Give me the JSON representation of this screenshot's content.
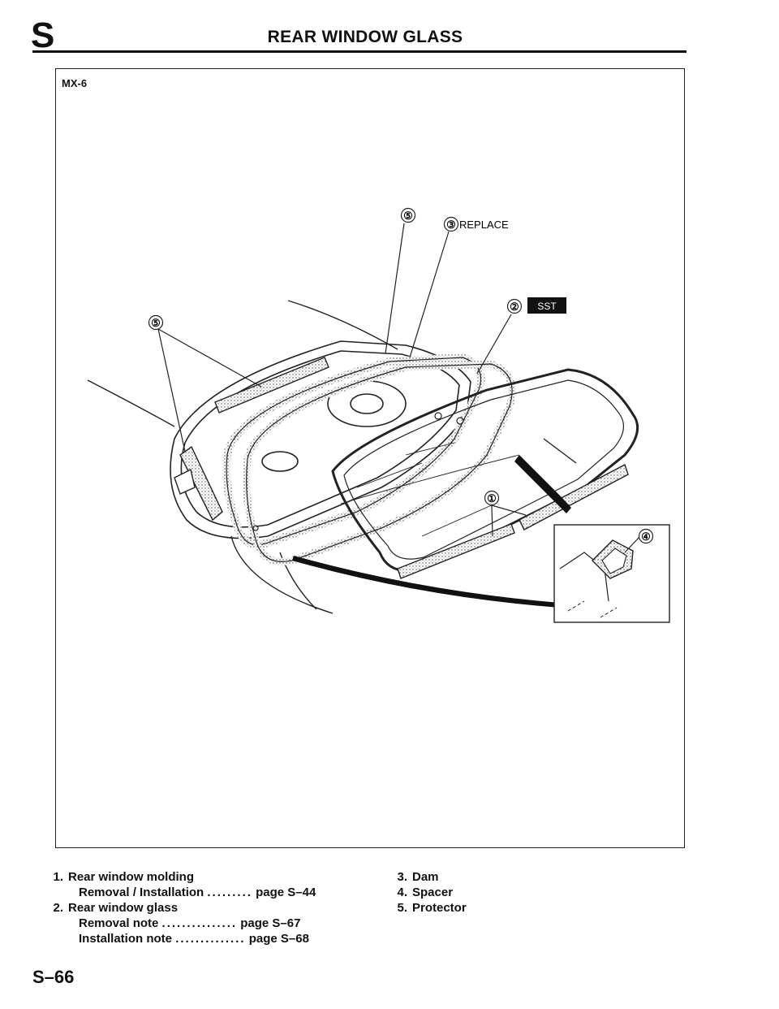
{
  "header": {
    "section_letter": "S",
    "title": "REAR WINDOW GLASS"
  },
  "figure": {
    "model_label": "MX-6",
    "callouts": {
      "c1": "①",
      "c2": "②",
      "c3": "③",
      "c4": "④",
      "c5a": "⑤",
      "c5b": "⑤",
      "replace": "REPLACE",
      "sst": "SST"
    }
  },
  "legend": {
    "left": [
      {
        "num": "1.",
        "label": "Rear window molding"
      },
      {
        "sub": "Removal / Installation",
        "dots": ".........",
        "page": "page S–44"
      },
      {
        "num": "2.",
        "label": "Rear window glass"
      },
      {
        "sub": "Removal note",
        "dots": "...............",
        "page": "page S–67"
      },
      {
        "sub": "Installation note",
        "dots": "..............",
        "page": "page S–68"
      }
    ],
    "right": [
      {
        "num": "3.",
        "label": "Dam"
      },
      {
        "num": "4.",
        "label": "Spacer"
      },
      {
        "num": "5.",
        "label": "Protector"
      }
    ]
  },
  "footer": {
    "page_number": "S–66"
  }
}
